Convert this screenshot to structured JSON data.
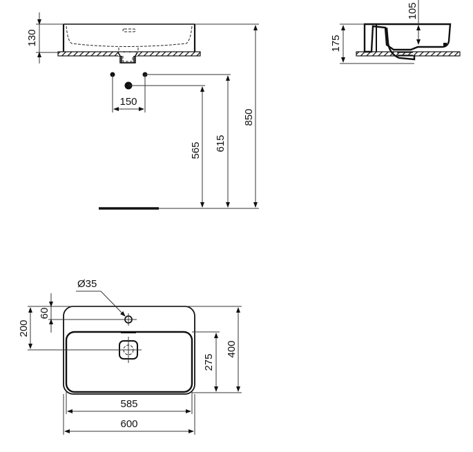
{
  "drawing": {
    "type": "technical-drawing",
    "subject": "countertop washbasin",
    "line_color": "#111111",
    "background": "#ffffff"
  },
  "front_view": {
    "basin_height": "130",
    "tap_hole_spacing": "150",
    "waste_height": "565",
    "supply_height": "615",
    "rim_height": "850"
  },
  "side_view": {
    "bowl_depth": "105",
    "total_height": "175"
  },
  "plan_view": {
    "tap_hole_diameter": "Ø35",
    "tap_hole_offset": "60",
    "waste_offset": "200",
    "inner_depth": "275",
    "outer_depth": "400",
    "inner_width": "585",
    "outer_width": "600"
  }
}
